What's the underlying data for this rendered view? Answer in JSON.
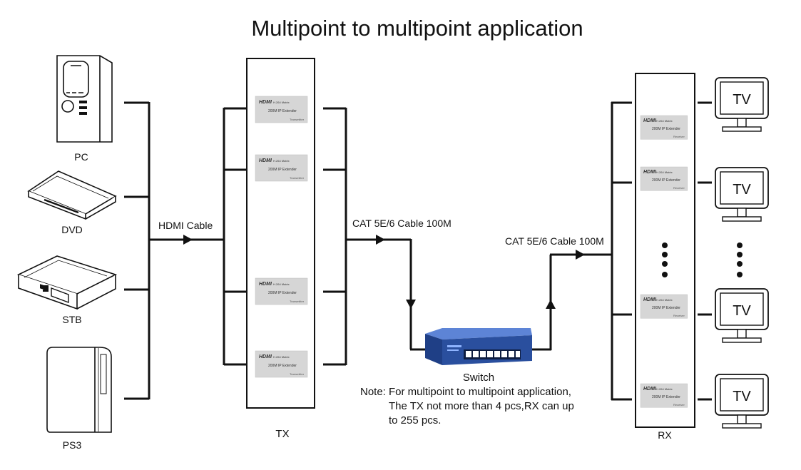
{
  "title": "Multipoint to multipoint  application",
  "sources": [
    {
      "label": "PC",
      "icon": "pc-tower-icon"
    },
    {
      "label": "DVD",
      "icon": "dvd-player-icon"
    },
    {
      "label": "STB",
      "icon": "set-top-box-icon"
    },
    {
      "label": "PS3",
      "icon": "ps3-console-icon"
    }
  ],
  "hdmi_cable_label": "HDMI Cable",
  "cat_cable_label_tx": "CAT 5E/6 Cable 100M",
  "cat_cable_label_rx": "CAT 5E/6 Cable 100M",
  "tx_label": "TX",
  "rx_label": "RX",
  "switch_label": "Switch",
  "tx_device": {
    "logo": "HDMI",
    "model": "H.264 Matrix",
    "name": "200M IP Extender",
    "role": "Transmitter"
  },
  "rx_device": {
    "logo": "HDMI",
    "model": "H.264 Matrix",
    "name": "200M IP Extender",
    "role": "Receiver"
  },
  "tv_label": "TV",
  "note": {
    "line1": "Note: For multipoint to multipoint application,",
    "line2": "The TX not more than 4 pcs,RX can up",
    "line3": "to 255 pcs."
  },
  "colors": {
    "switch_body": "#2a4f9e",
    "switch_top": "#3d68c2",
    "line": "#111111"
  }
}
